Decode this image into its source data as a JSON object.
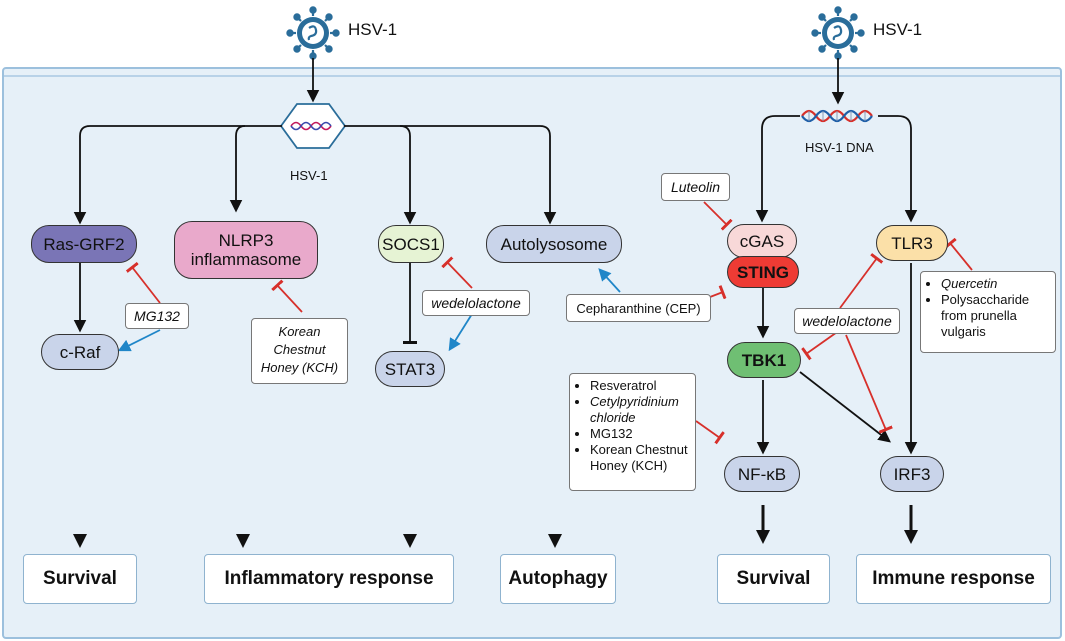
{
  "virus_label_left": "HSV-1",
  "virus_label_right": "HSV-1",
  "capsid_label": "HSV-1",
  "dna_label": "HSV-1 DNA",
  "nodes": {
    "ras_grf2": "Ras-GRF2",
    "c_raf": "c-Raf",
    "nlrp3_line1": "NLRP3",
    "nlrp3_line2": "inflammasome",
    "socs1": "SOCS1",
    "stat3": "STAT3",
    "autolysosome": "Autolysosome",
    "cgas": "cGAS",
    "sting": "STING",
    "tbk1": "TBK1",
    "nfkb": "NF-κB",
    "tlr3": "TLR3",
    "irf3": "IRF3"
  },
  "inhibitors": {
    "mg132": "MG132",
    "kch_lines": [
      "Korean",
      "Chestnut",
      "Honey (KCH)"
    ],
    "wedelolactone_left": "wedelolactone",
    "cep": "Cepharanthine (CEP)",
    "luteolin": "Luteolin",
    "wedelolactone_right": "wedelolactone",
    "nfkb_list": [
      "Resveratrol",
      "Cetylpyridinium chloride",
      "MG132",
      "Korean Chestnut Honey (KCH)"
    ],
    "tlr3_list": [
      "Quercetin",
      "Polysaccharide from prunella vulgaris"
    ]
  },
  "outcomes": {
    "survival_left": "Survival",
    "inflammatory": "Inflammatory response",
    "autophagy": "Autophagy",
    "survival_right": "Survival",
    "immune": "Immune response"
  },
  "colors": {
    "cell_fill": "#e6f0f8",
    "cell_border": "#9cc0dd",
    "ras_grf2": "#7a75b6",
    "nlrp3": "#e9a9cb",
    "socs1": "#e6f3d4",
    "blue_node": "#c9d4ea",
    "cgas": "#f8d8d8",
    "sting": "#ee3b34",
    "tbk1": "#6fbf73",
    "tlr3": "#fbe0a8",
    "inhibit": "#d7302b",
    "promote": "#1f86c8",
    "virus": "#2a6d9a"
  }
}
